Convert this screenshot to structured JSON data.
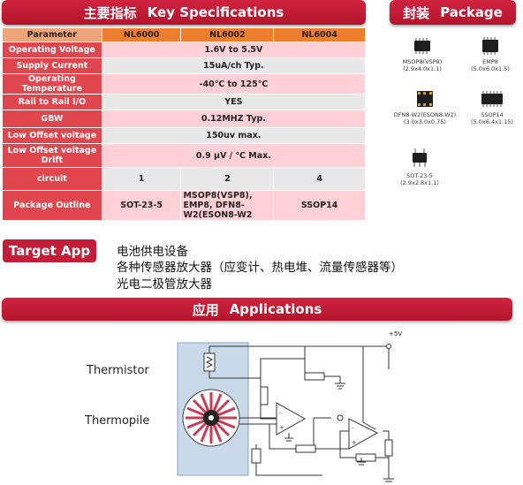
{
  "specs": {
    "banner": {
      "cn": "主要指标",
      "en": "Key Specifications"
    },
    "header": {
      "parameter": "Parameter",
      "models": [
        "NL6000",
        "NL6002",
        "NL6004"
      ]
    },
    "rows": [
      {
        "label": "Operating Voltage",
        "merged": "1.6V to 5.5V"
      },
      {
        "label": "Supply Current",
        "merged": "15uA/ch Typ."
      },
      {
        "label": "Operating Temperature",
        "merged": "-40℃ to 125℃"
      },
      {
        "label": "Rail to Rail I/O",
        "merged": "YES"
      },
      {
        "label": "GBW",
        "merged": "0.12MHZ Typ."
      },
      {
        "label": "Low Offset voltage",
        "merged": "150uv max."
      },
      {
        "label": "Low Offset voltage Drift",
        "merged": "0.9 μV / ℃ Max."
      },
      {
        "label": "circuit",
        "cells": [
          "1",
          "2",
          "4"
        ]
      },
      {
        "label": "Package Outline",
        "cells": [
          "SOT-23-5",
          "MSOP8(VSP8), EMP8, DFN8-W2(ESON8-W2",
          "SSOP14"
        ]
      }
    ]
  },
  "package": {
    "banner": {
      "cn": "封装",
      "en": "Package"
    },
    "items": [
      {
        "name": "MSOP8(VSP8)",
        "dims": "(2.9x4.0x1.1)"
      },
      {
        "name": "EMP8",
        "dims": "(5.0x6.0x1.5)"
      },
      {
        "name": "DFN8-W2(ESON8-W2)",
        "dims": "(3.0x3.0x0.75)"
      },
      {
        "name": "SSOP14",
        "dims": "(5.0x6.4x1.15)"
      },
      {
        "name": "SOT-23-5",
        "dims": "(2.9x2.8x1.1)"
      }
    ]
  },
  "target": {
    "badge": "Target App",
    "lines": [
      "电池供电设备",
      "各种传感器放大器（应变计、热电堆、流量传感器等）",
      "光电二极管放大器"
    ]
  },
  "applications": {
    "banner": {
      "cn": "应用",
      "en": "Applications"
    },
    "labels": {
      "thermistor": "Thermistor",
      "thermopile": "Thermopile",
      "supply": "+5V"
    }
  },
  "colors": {
    "banner_red": "#c41d37",
    "row_label_red": "#e0464d",
    "header_orange": "#ef7d2e",
    "row_pink": "#ffd1d6",
    "row_gray": "#e8e8e8"
  }
}
